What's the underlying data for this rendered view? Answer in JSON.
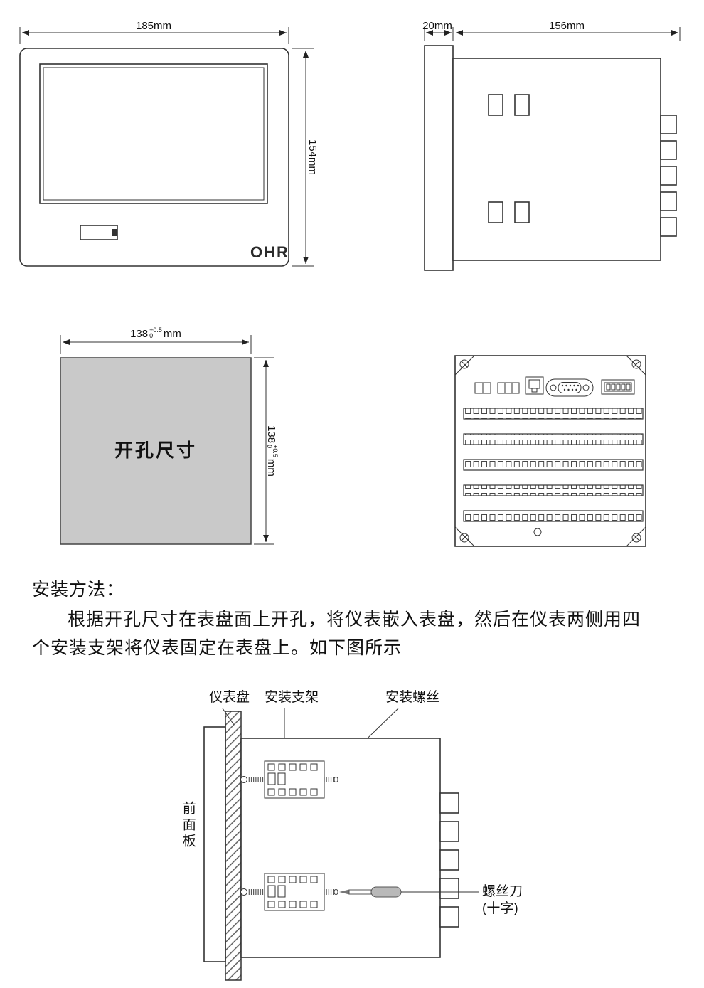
{
  "front_view": {
    "brand": "OHR",
    "width_dim": "185mm",
    "height_dim": "154mm"
  },
  "side_view": {
    "depth_dim": "20mm",
    "length_dim": "156mm"
  },
  "cutout_view": {
    "label": "开孔尺寸",
    "width": {
      "value": "138",
      "tol_plus": "+0.5",
      "tol_zero": "0",
      "unit": "mm"
    },
    "height": {
      "value": "138",
      "tol_plus": "+0.5",
      "tol_zero": "0",
      "unit": "mm"
    }
  },
  "instructions": {
    "heading": "安装方法：",
    "line1": "根据开孔尺寸在表盘面上开孔，将仪表嵌入表盘，然后在仪表两侧用四",
    "line2": "个安装支架将仪表固定在表盘上。如下图所示"
  },
  "install_diagram": {
    "panel_label": "仪表盘",
    "bracket_label": "安装支架",
    "screw_label": "安装螺丝",
    "front_panel_label": "前面板",
    "screwdriver_label": "螺丝刀",
    "screwdriver_type_label": "(十字)"
  },
  "colors": {
    "line": "#333333",
    "cutout_fill": "#c9c9c9",
    "handle_fill": "#b9b9b9"
  }
}
